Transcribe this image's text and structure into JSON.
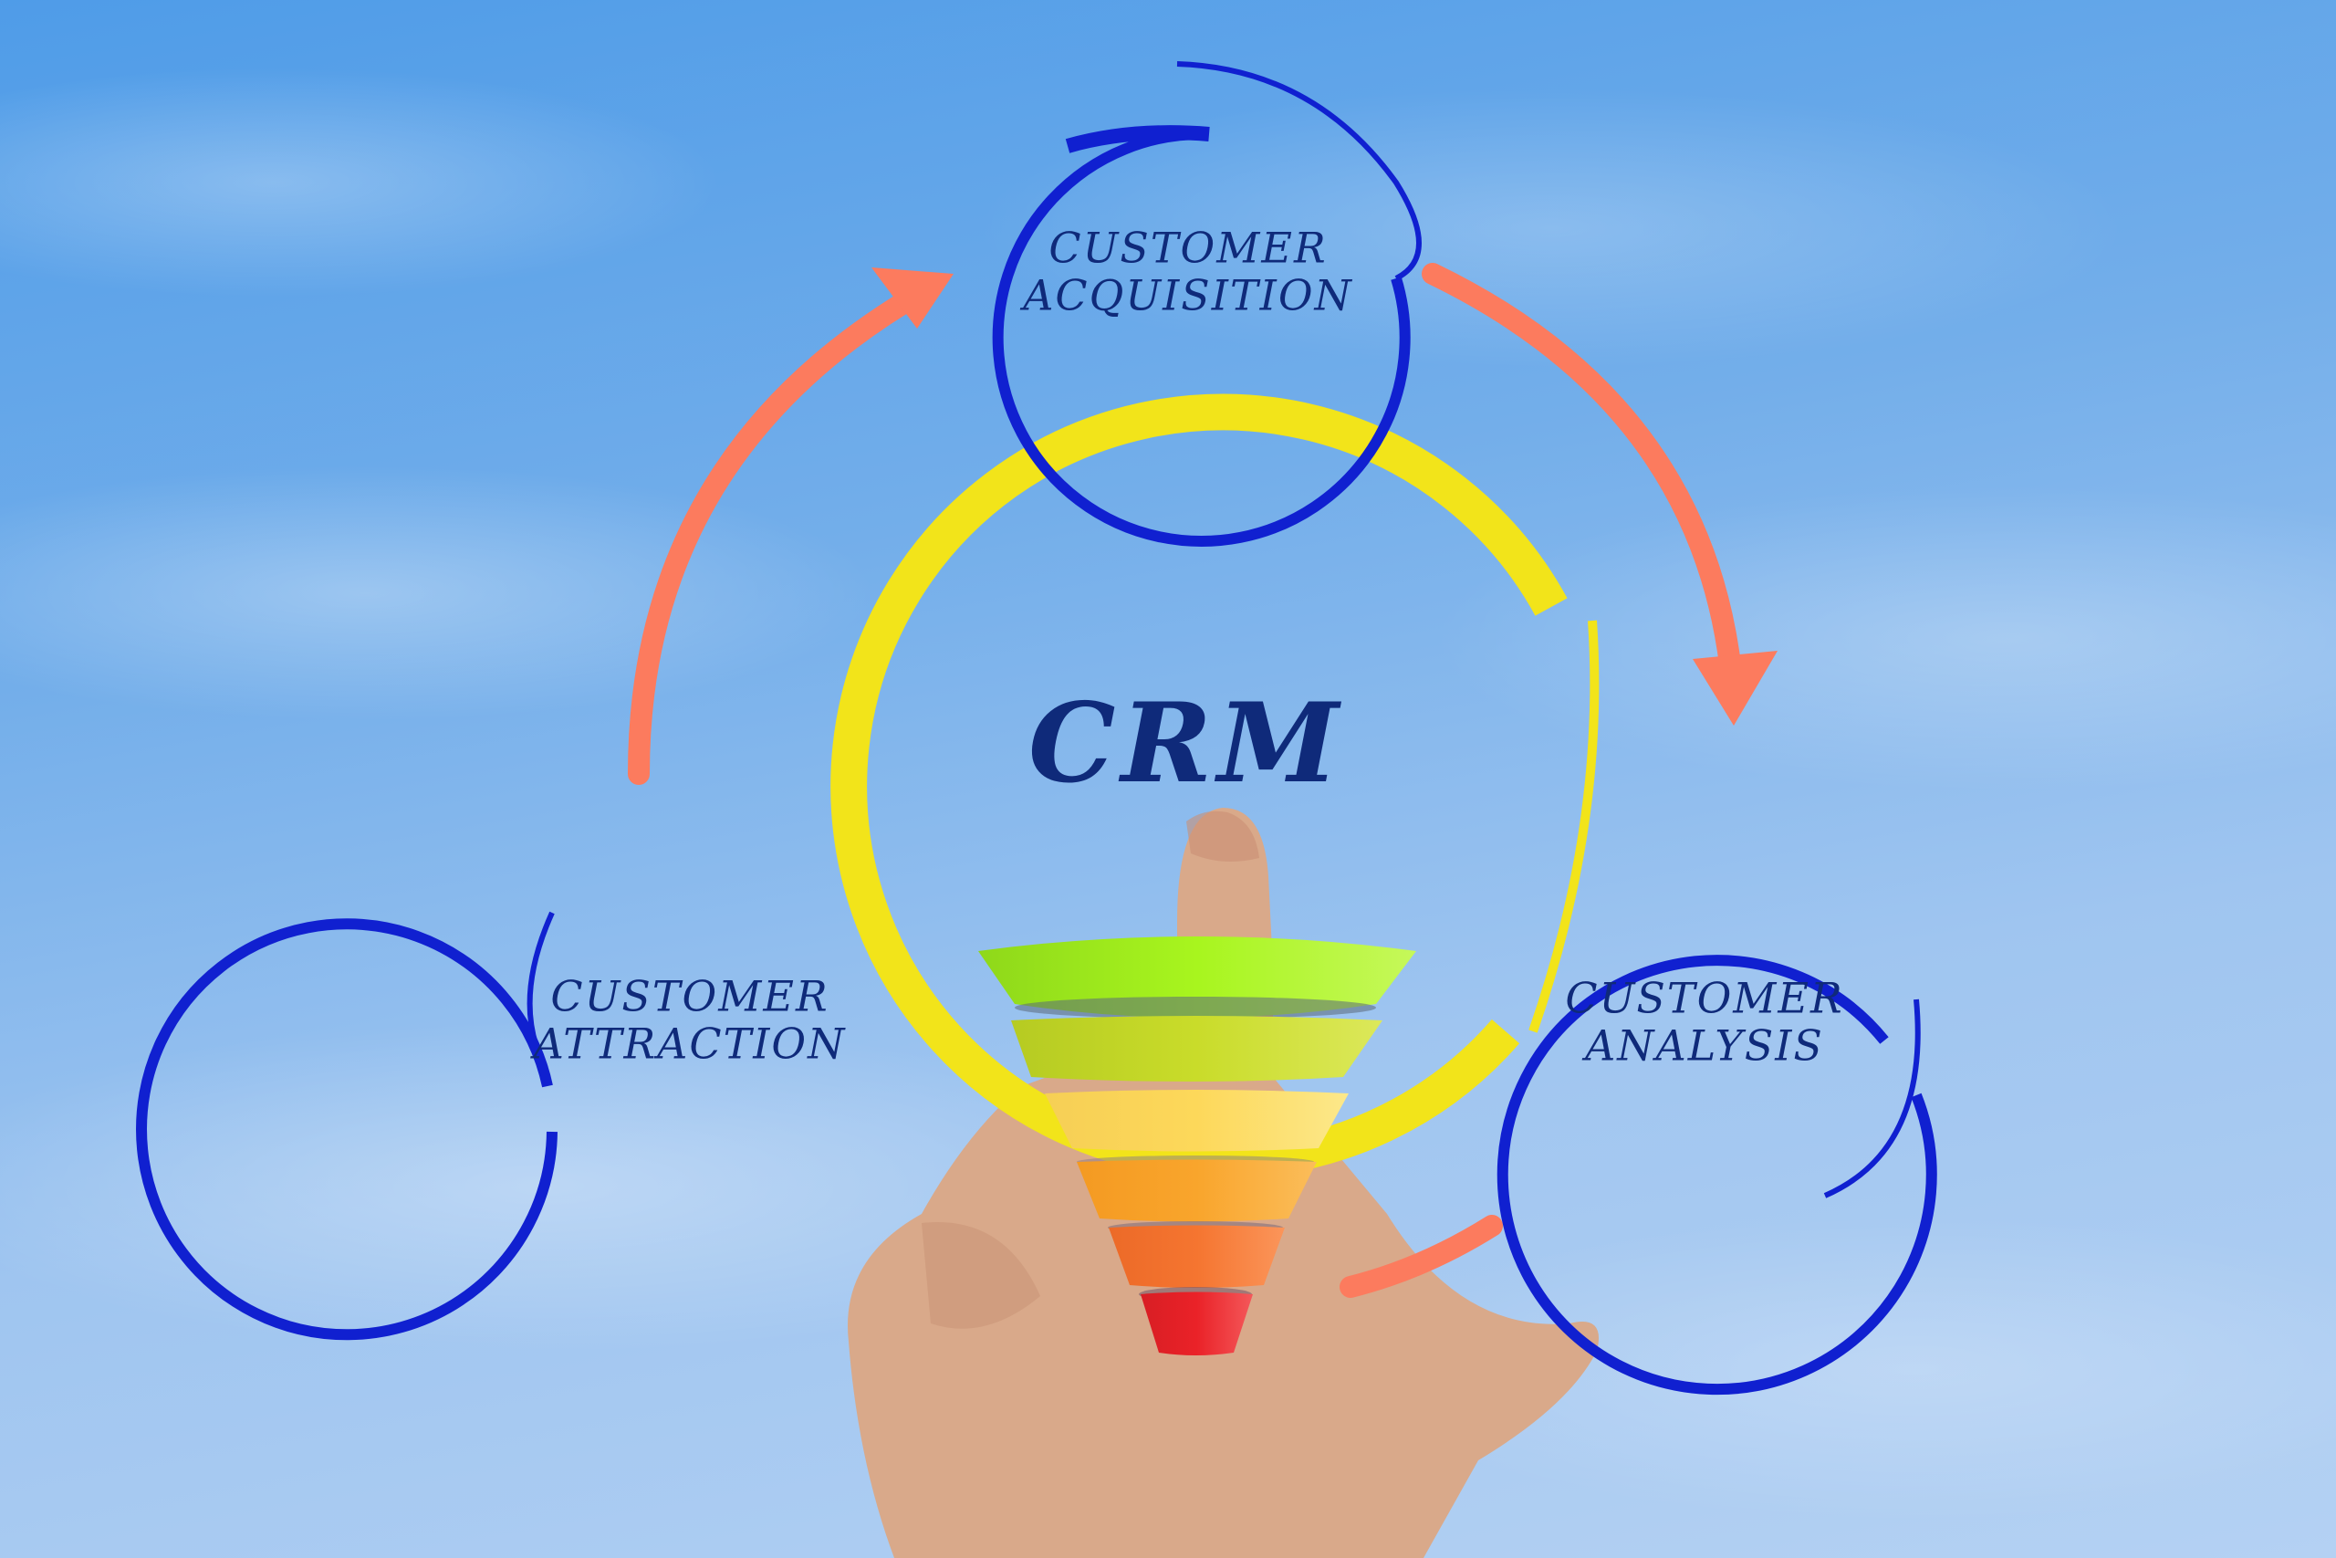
{
  "diagram": {
    "center_label": "CRM",
    "stages": [
      {
        "id": "acquisition",
        "line1": "CUSTOMER",
        "line2": "ACQUISITION"
      },
      {
        "id": "attraction",
        "line1": "CUSTOMER",
        "line2": "ATTRACTION"
      },
      {
        "id": "analysis",
        "line1": "CUSTOMER",
        "line2": "ANALYSIS"
      }
    ],
    "cycle_order": [
      "attraction",
      "acquisition",
      "analysis"
    ],
    "funnel_levels": 6
  },
  "colors": {
    "circle_stroke": "#1020d0",
    "text": "#0f2a7a",
    "arrow": "#fc7b5e",
    "ring": "#f2e41a",
    "funnel": [
      "#a8f51e",
      "#c9dc2a",
      "#fdd85a",
      "#f9a52c",
      "#f57530",
      "#ea2228"
    ],
    "sky": "#7fb4ec",
    "skin": "#dcae90"
  }
}
